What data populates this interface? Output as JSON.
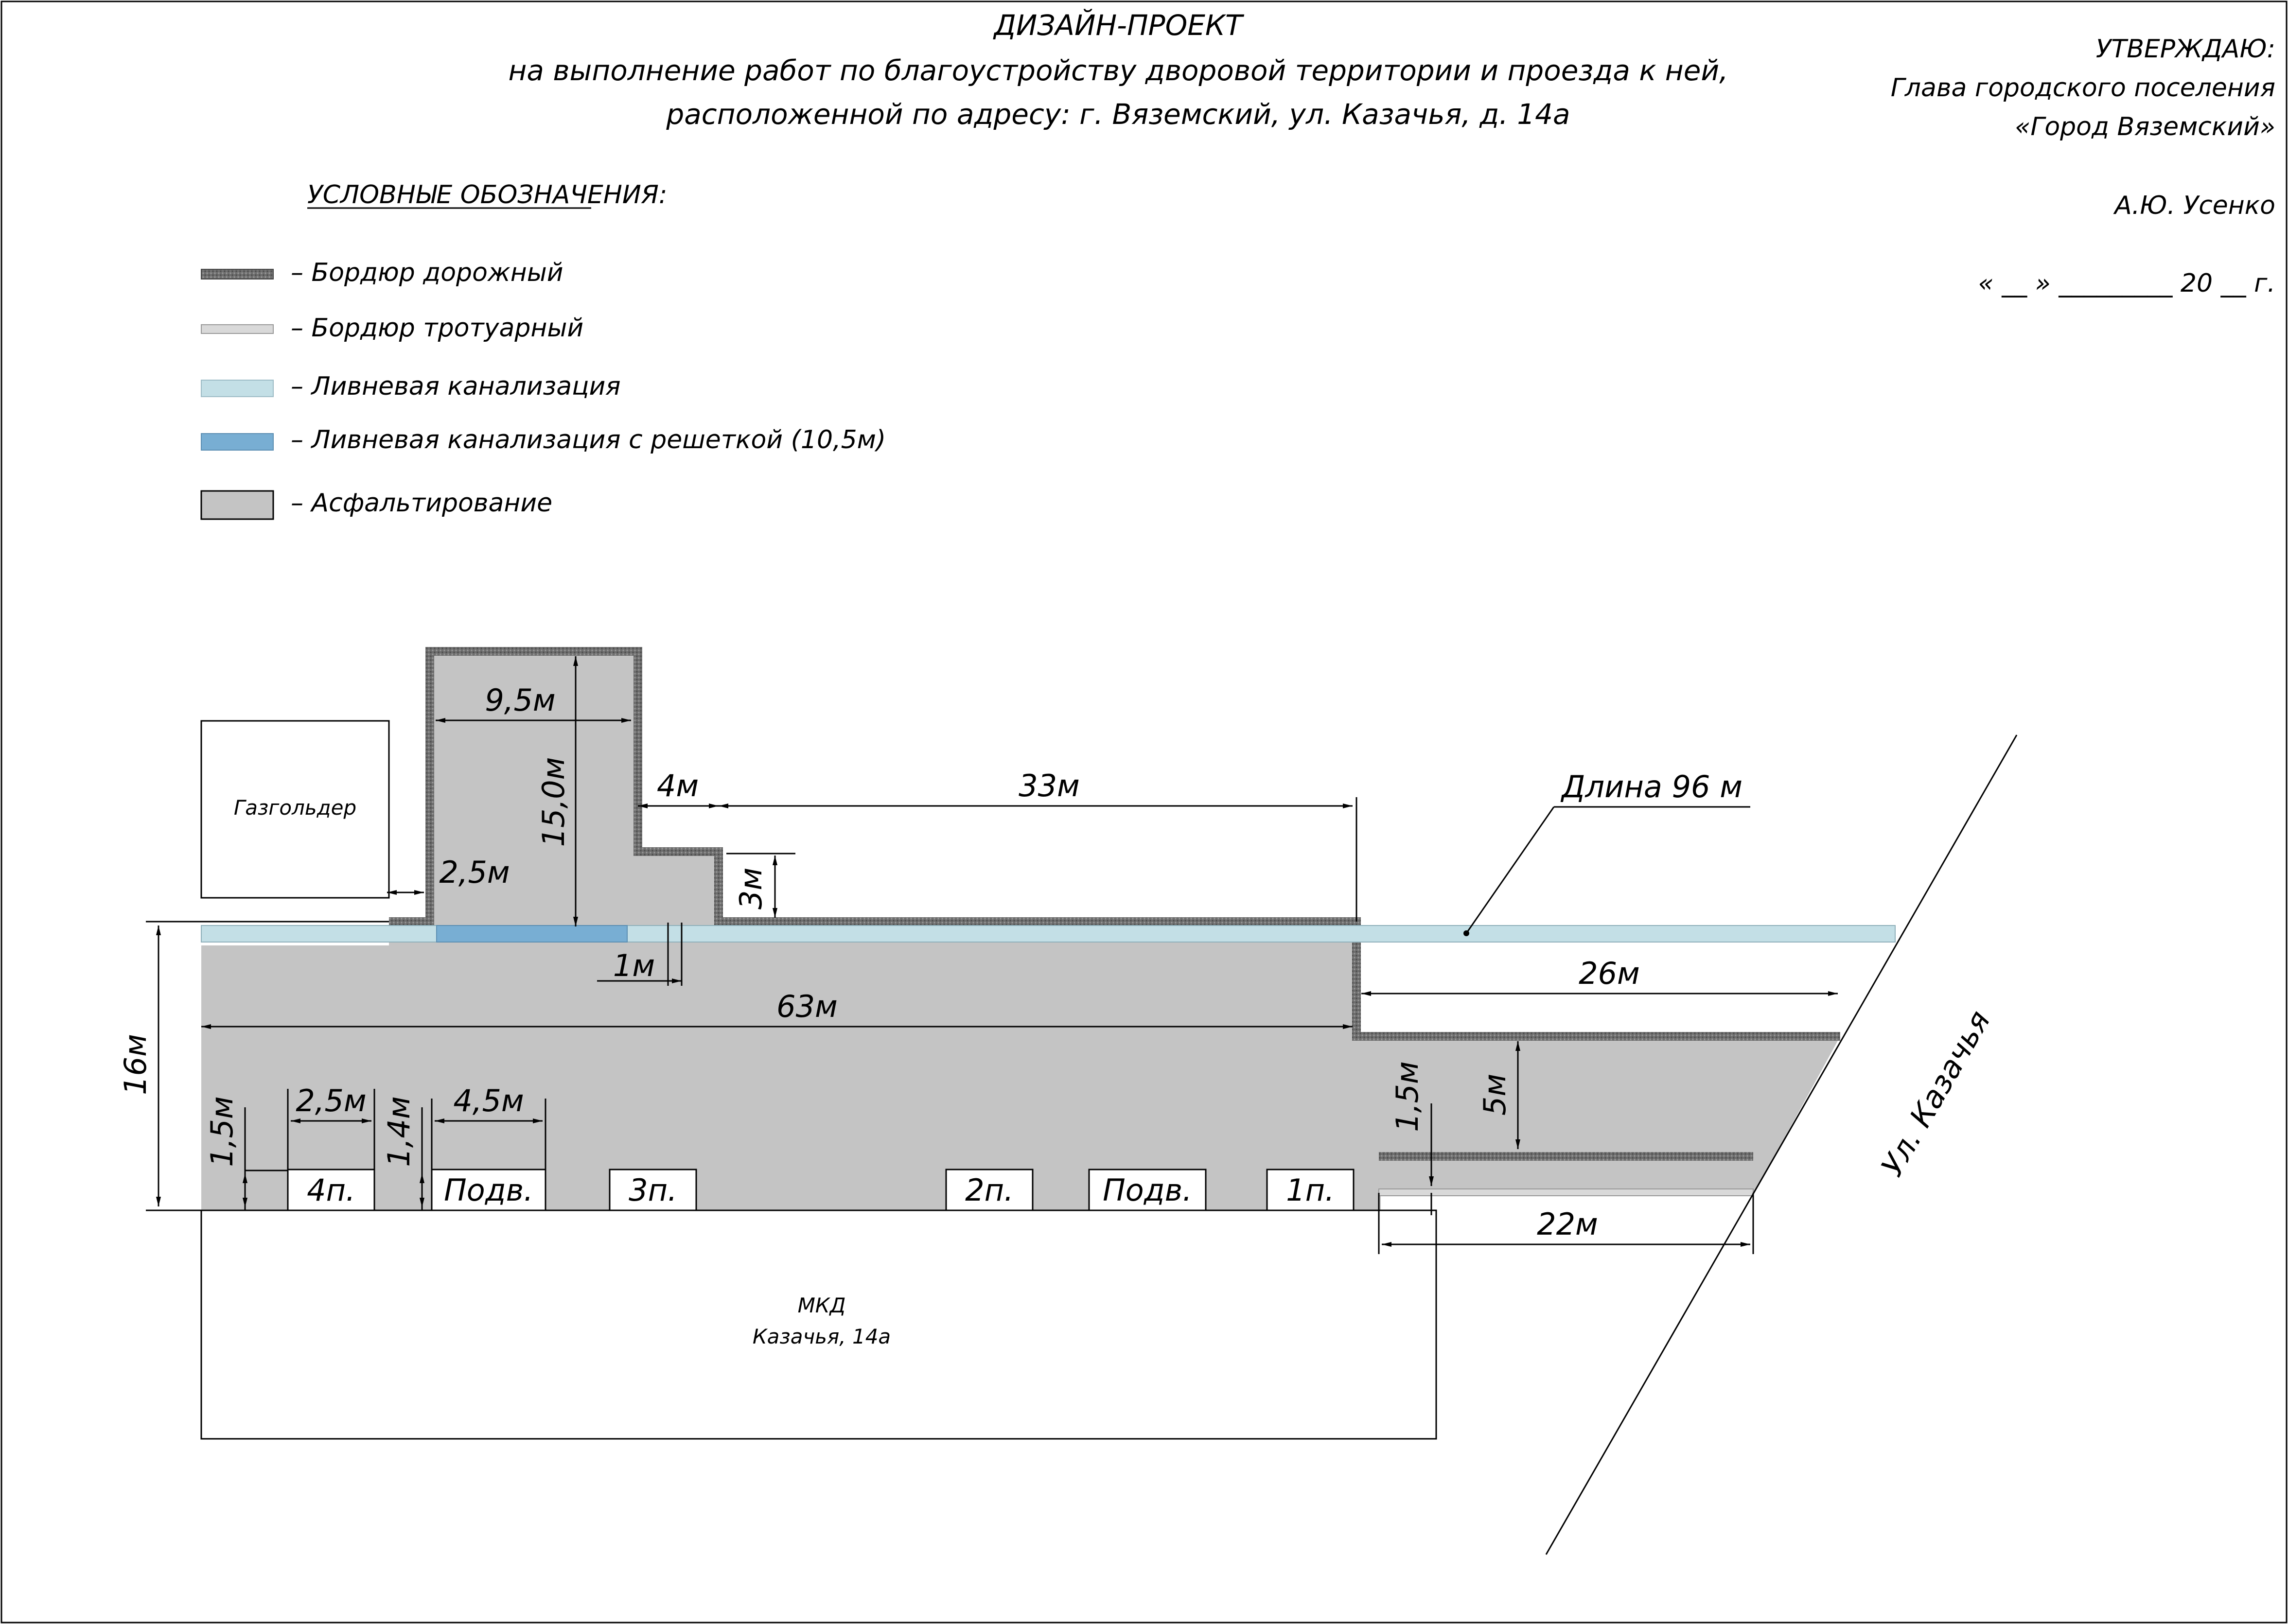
{
  "title": {
    "line1": "ДИЗАЙН-ПРОЕКТ",
    "line2": "на выполнение работ по благоустройству дворовой территории и проезда к ней,",
    "line3": "расположенной по адресу: г. Вяземский, ул. Казачья, д. 14а"
  },
  "approval": {
    "line1": "УТВЕРЖДАЮ:",
    "line2": "Глава городского поселения",
    "line3": "«Город Вяземский»",
    "signer": "А.Ю. Усенко",
    "date_line": "« __ » _________ 20 __ г."
  },
  "legend": {
    "heading": "УСЛОВНЫЕ ОБОЗНАЧЕНИЯ:",
    "items": [
      {
        "label": "– Бордюр дорожный",
        "color": "#6e6e6e"
      },
      {
        "label": "– Бордюр тротуарный",
        "color": "#d9d9d9"
      },
      {
        "label": "– Ливневая канализация",
        "color": "#c3dfe6"
      },
      {
        "label": "– Ливневая канализация с решеткой (10,5м)",
        "color": "#78aed3"
      },
      {
        "label": "– Асфальтирование",
        "color": "#c4c4c4"
      }
    ]
  },
  "plan": {
    "gasholder": "Газгольдер",
    "building_line1": "МКД",
    "building_line2": "Казачья, 14а",
    "street": "Ул. Казачья",
    "length_note": "Длина 96 м",
    "entrances": [
      "4п.",
      "Подв.",
      "3п.",
      "2п.",
      "Подв.",
      "1п."
    ],
    "dims": {
      "d_9_5": "9,5м",
      "d_15": "15,0м",
      "d_4": "4м",
      "d_33": "33м",
      "d_2_5_top": "2,5м",
      "d_3": "3м",
      "d_1": "1м",
      "d_63": "63м",
      "d_26": "26м",
      "d_16": "16м",
      "d_1_5_left": "1,5м",
      "d_2_5_bottom": "2,5м",
      "d_1_4": "1,4м",
      "d_4_5": "4,5м",
      "d_1_5_right": "1,5м",
      "d_5": "5м",
      "d_22": "22м"
    }
  },
  "colors": {
    "asphalt": "#c4c4c4",
    "road_curb": "#6e6e6e",
    "sidewalk_curb": "#d9d9d9",
    "storm_drain": "#c3dfe6",
    "storm_drain_grate": "#78aed3",
    "line": "#000000"
  }
}
